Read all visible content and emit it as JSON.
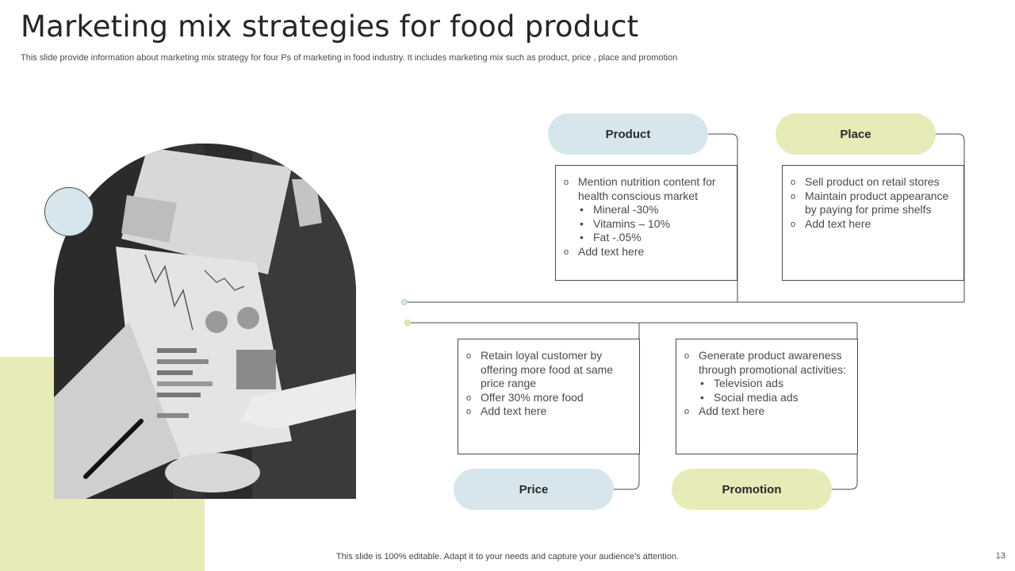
{
  "slide": {
    "title": "Marketing mix strategies for food product",
    "subtitle": "This slide provide information about marketing mix strategy for four Ps of marketing in food industry. It includes marketing mix such as product, price , place and promotion",
    "footer": "This slide is 100% editable. Adapt it to your needs and capture your audience’s attention.",
    "page_number": "13"
  },
  "colors": {
    "blue": "#d6e6ec",
    "green": "#e6ebb8",
    "line": "#4a4a4a"
  },
  "product": {
    "label": "Product",
    "items": [
      "Mention nutrition  content for health conscious market",
      "Mineral -30%",
      "Vitamins – 10%",
      "Fat -.05%",
      "Add text here"
    ]
  },
  "place": {
    "label": "Place",
    "items": [
      "Sell product on retail stores",
      "Maintain product appearance by paying for prime shelfs",
      "Add text here"
    ]
  },
  "price": {
    "label": "Price",
    "items": [
      "Retain loyal customer by offering more food at same price range",
      "Offer 30% more food",
      "Add text here"
    ]
  },
  "promotion": {
    "label": "Promotion",
    "items": [
      "Generate product awareness through promotional activities:",
      "Television ads",
      "Social media ads",
      "Add text here"
    ]
  }
}
